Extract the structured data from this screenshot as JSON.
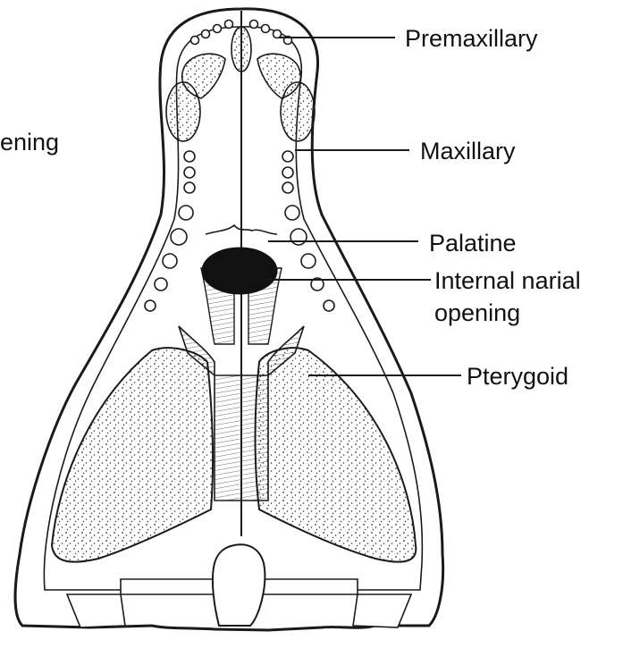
{
  "labels": {
    "cut_left": "ening",
    "premaxillary": "Premaxillary",
    "maxillary": "Maxillary",
    "palatine": "Palatine",
    "internal_narial_line1": "Internal narial",
    "internal_narial_line2": "opening",
    "pterygoid": "Pterygoid"
  },
  "colors": {
    "ink": "#1a1a1a",
    "background": "#ffffff",
    "opening_fill": "#111111"
  }
}
